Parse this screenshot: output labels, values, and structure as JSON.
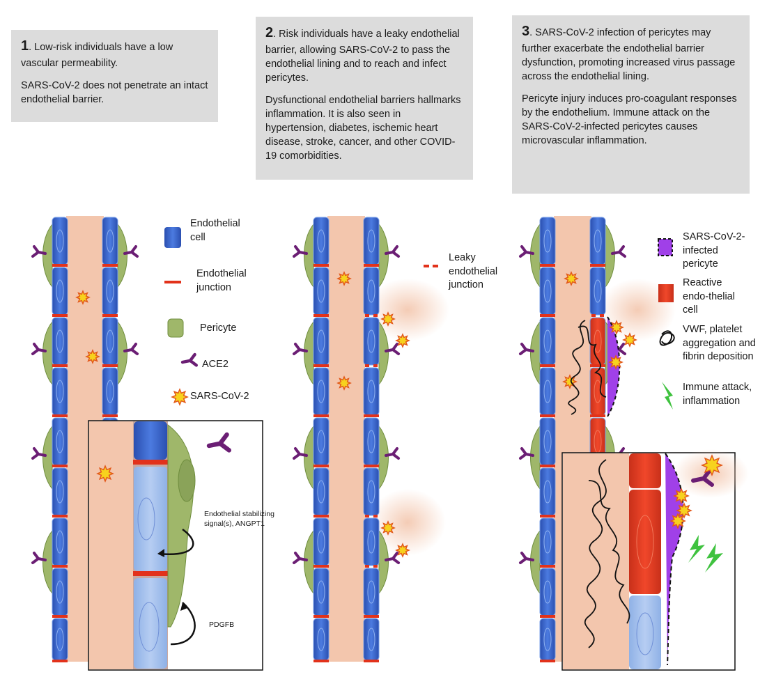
{
  "panel1": {
    "number": "1",
    "lead": ". Low-risk individuals have a low vascular permeability.",
    "para2": "SARS-CoV-2 does not penetrate an intact endothelial barrier."
  },
  "panel2": {
    "number": "2",
    "lead": ". Risk individuals have a leaky endothelial barrier, allowing SARS-CoV-2 to pass the endothelial lining and to reach and infect pericytes.",
    "para2": "Dysfunctional endothelial barriers hallmarks inflammation. It is also seen in hypertension, diabetes, ischemic heart disease, stroke, cancer, and other COVID-19 comorbidities."
  },
  "panel3": {
    "number": "3",
    "lead": ". SARS-CoV-2 infection of pericytes may further exacerbate the endothelial barrier dysfunction, promoting increased virus passage across the endothelial lining.",
    "para2": "Pericyte injury induces pro-coagulant responses by the endothelium. Immune attack on the SARS-CoV-2-infected pericytes causes microvascular inflammation."
  },
  "legend1": {
    "endothelial_cell": "Endothelial cell",
    "endothelial_junction": "Endothelial junction",
    "pericyte": "Pericyte",
    "ace2": "ACE2",
    "sars": "SARS-CoV-2"
  },
  "legend2": {
    "leaky_junction": "Leaky endothelial junction"
  },
  "legend3": {
    "infected_pericyte": "SARS-CoV-2-infected pericyte",
    "reactive_cell": "Reactive endo-thelial cell",
    "vwf": "VWF, platelet aggregation and fibrin deposition",
    "immune": "Immune attack, inflammation"
  },
  "inset1": {
    "stabilizing": "Endothelial stabilizing signal(s), ANGPT1",
    "pdgfb": "PDGFB"
  },
  "colors": {
    "endothelial": "#3b63c9",
    "reactive": "#e03a1e",
    "junction": "#e2321b",
    "pericyte": "#9fb76a",
    "ace2": "#6b1e74",
    "infected": "#a040e8",
    "lumen": "#f3c6ad",
    "virus": "#f5a623",
    "immune": "#3fc23f",
    "textbox": "#dcdcdc"
  }
}
